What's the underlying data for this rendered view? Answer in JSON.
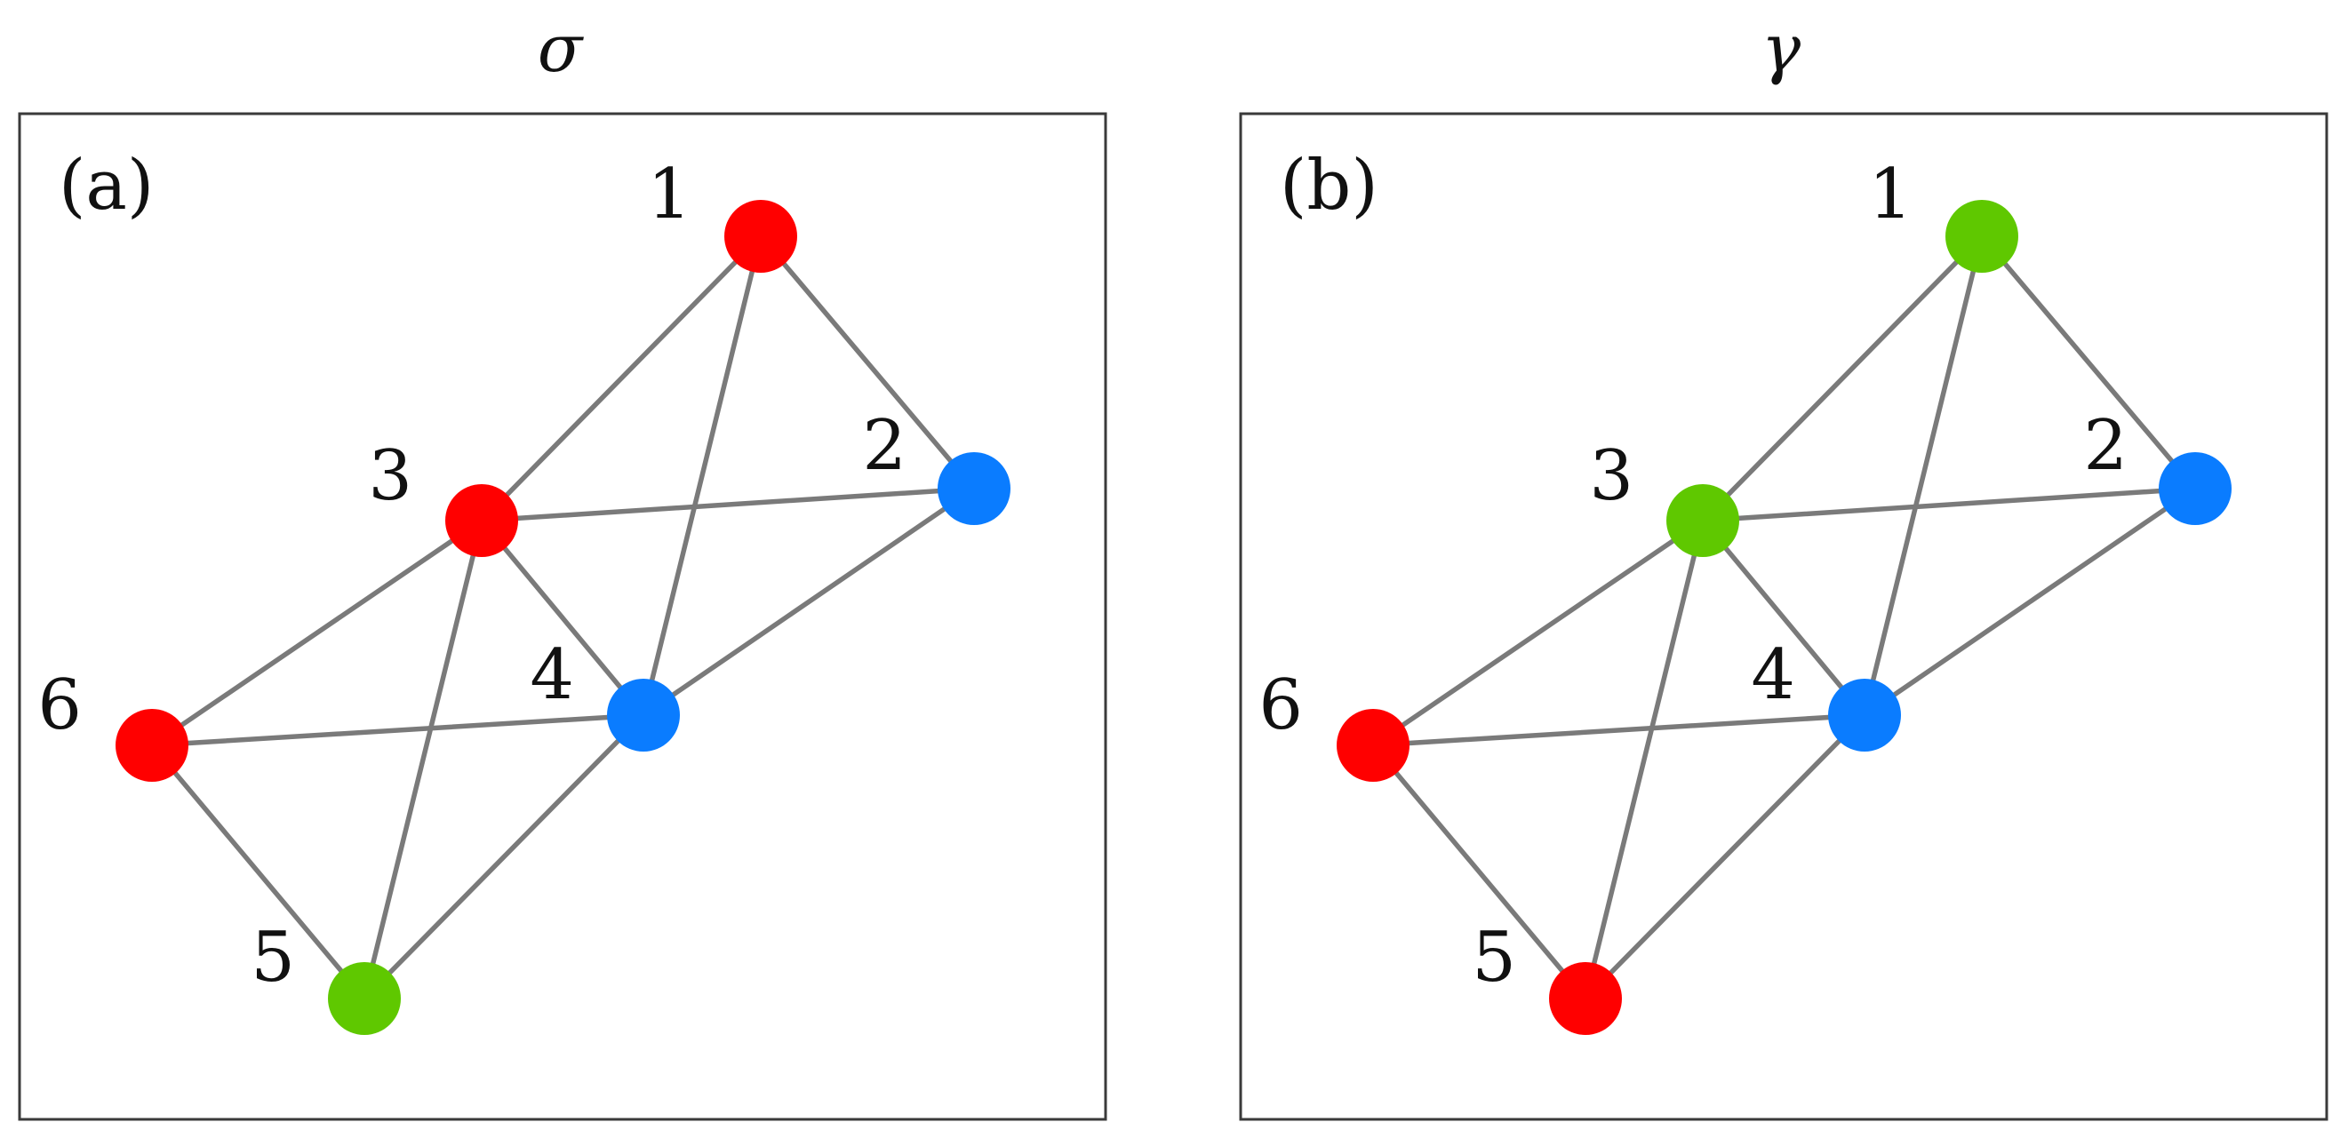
{
  "colors": {
    "red": "#ff0000",
    "blue": "#0a7cff",
    "green": "#5fc800",
    "edge": "#7a7a7a",
    "frame": "#3a3a3a"
  },
  "nodes": [
    "1",
    "2",
    "3",
    "4",
    "5",
    "6"
  ],
  "edges": [
    [
      "1",
      "2"
    ],
    [
      "1",
      "3"
    ],
    [
      "1",
      "4"
    ],
    [
      "2",
      "3"
    ],
    [
      "2",
      "4"
    ],
    [
      "3",
      "4"
    ],
    [
      "3",
      "5"
    ],
    [
      "3",
      "6"
    ],
    [
      "4",
      "5"
    ],
    [
      "4",
      "6"
    ],
    [
      "5",
      "6"
    ]
  ],
  "panels": [
    {
      "title": "σ",
      "letter": "(a)",
      "node_colors": {
        "1": "red",
        "2": "blue",
        "3": "red",
        "4": "blue",
        "5": "green",
        "6": "red"
      }
    },
    {
      "title": "γ",
      "letter": "(b)",
      "node_colors": {
        "1": "green",
        "2": "blue",
        "3": "green",
        "4": "blue",
        "5": "red",
        "6": "red"
      }
    }
  ]
}
